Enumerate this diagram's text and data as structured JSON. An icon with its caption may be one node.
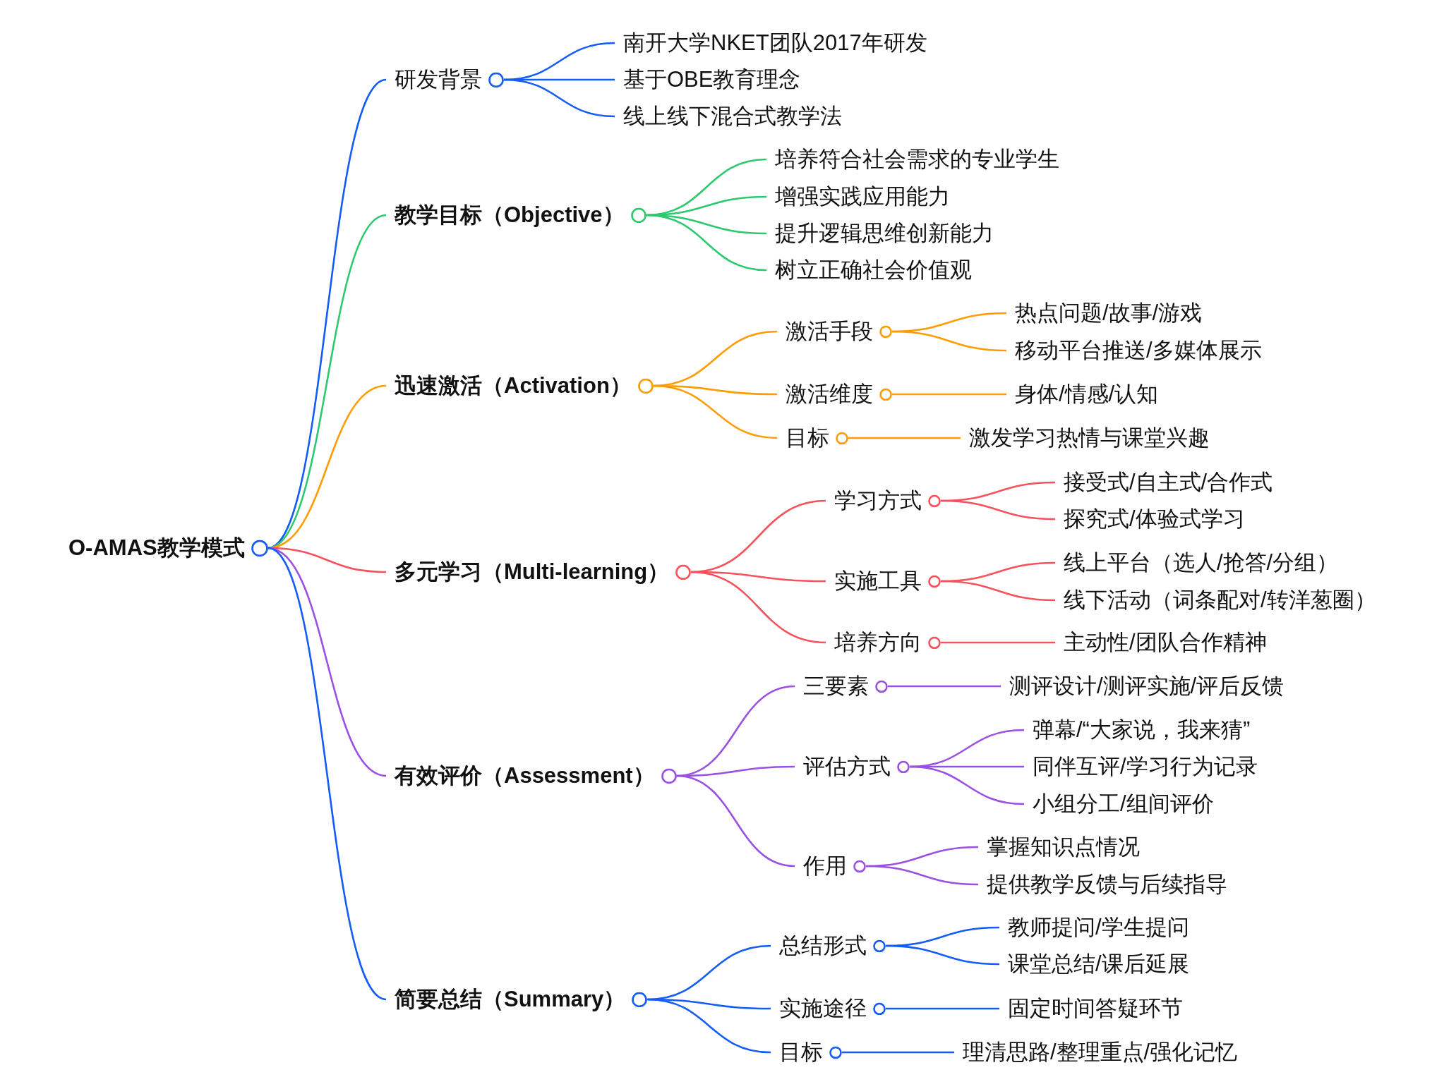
{
  "diagram": {
    "nodes": [
      {
        "text": [
          "O-AMAS教学模式"
        ]
      },
      {
        "text": [
          "研发背景"
        ]
      },
      {
        "text": [
          "南开大学NKET团队2017年研发"
        ]
      },
      {
        "text": [
          "基于OBE教育理念"
        ]
      },
      {
        "text": [
          "线上线下混合式教学法"
        ]
      },
      {
        "text": [
          "教学目标（Objective）"
        ]
      },
      {
        "text": [
          "培养符合社会需求的专业学生"
        ]
      },
      {
        "text": [
          "增强实践应用能力"
        ]
      },
      {
        "text": [
          "提升逻辑思维创新能力"
        ]
      },
      {
        "text": [
          "树立正确社会价值观"
        ]
      },
      {
        "text": [
          "迅速激活（Activation）"
        ]
      },
      {
        "text": [
          "激活手段"
        ]
      },
      {
        "text": [
          "热点问题/故事/游戏"
        ]
      },
      {
        "text": [
          "移动平台推送/多媒体展示"
        ]
      },
      {
        "text": [
          "激活维度"
        ]
      },
      {
        "text": [
          "身体/情感/认知"
        ]
      },
      {
        "text": [
          "目标"
        ]
      },
      {
        "text": [
          "激发学习热情与课堂兴趣"
        ]
      },
      {
        "text": [
          "多元学习（Multi-learning）"
        ]
      },
      {
        "text": [
          "学习方式"
        ]
      },
      {
        "text": [
          "接受式/自主式/合作式"
        ]
      },
      {
        "text": [
          "探究式/体验式学习"
        ]
      },
      {
        "text": [
          "实施工具"
        ]
      },
      {
        "text": [
          "线上平台（选人/抢答/分组）"
        ]
      },
      {
        "text": [
          "线下活动（词条配对/转洋葱圈）"
        ]
      },
      {
        "text": [
          "培养方向"
        ]
      },
      {
        "text": [
          "主动性/团队合作精神"
        ]
      },
      {
        "text": [
          "有效评价（Assessment）"
        ]
      },
      {
        "text": [
          "三要素"
        ]
      },
      {
        "text": [
          "测评设计/测评实施/评后反馈"
        ]
      },
      {
        "text": [
          "评估方式"
        ]
      },
      {
        "text": [
          "弹幕/“大家说，我来猜”"
        ]
      },
      {
        "text": [
          "同伴互评/学习行为记录"
        ]
      },
      {
        "text": [
          "小组分工/组间评价"
        ]
      },
      {
        "text": [
          "作用"
        ]
      },
      {
        "text": [
          "掌握知识点情况"
        ]
      },
      {
        "text": [
          "提供教学反馈与后续指导"
        ]
      },
      {
        "text": [
          "简要总结（Summary）"
        ]
      },
      {
        "text": [
          "总结形式"
        ]
      },
      {
        "text": [
          "教师提问/学生提问"
        ]
      },
      {
        "text": [
          "课堂总结/课后延展"
        ]
      },
      {
        "text": [
          "实施途径"
        ]
      },
      {
        "text": [
          "固定时间答疑环节"
        ]
      },
      {
        "text": [
          "目标"
        ]
      },
      {
        "text": [
          "理清思路/整理重点/强化记忆"
        ]
      }
    ],
    "edges": [
      {
        "from": 0,
        "to": 1,
        "arrow": "none"
      },
      {
        "from": 1,
        "to": 2,
        "arrow": "none"
      },
      {
        "from": 1,
        "to": 3,
        "arrow": "none"
      },
      {
        "from": 1,
        "to": 4,
        "arrow": "none"
      },
      {
        "from": 0,
        "to": 5,
        "arrow": "none",
        "color": "#2dc96f"
      },
      {
        "from": 5,
        "to": 6,
        "arrow": "none",
        "color": "#2dc96f"
      },
      {
        "from": 5,
        "to": 7,
        "arrow": "none",
        "color": "#2dc96f"
      },
      {
        "from": 5,
        "to": 8,
        "arrow": "none",
        "color": "#2dc96f"
      },
      {
        "from": 5,
        "to": 9,
        "arrow": "none",
        "color": "#2dc96f"
      },
      {
        "from": 0,
        "to": 10,
        "arrow": "none",
        "color": "#ff9c00"
      },
      {
        "from": 10,
        "to": 11,
        "arrow": "none",
        "color": "#ff9c00"
      },
      {
        "from": 11,
        "to": 12,
        "arrow": "none",
        "color": "#ff9c00"
      },
      {
        "from": 11,
        "to": 13,
        "arrow": "none",
        "color": "#ff9c00"
      },
      {
        "from": 10,
        "to": 14,
        "arrow": "none",
        "color": "#ff9c00"
      },
      {
        "from": 14,
        "to": 15,
        "arrow": "none",
        "color": "#ff9c00"
      },
      {
        "from": 10,
        "to": 16,
        "arrow": "none",
        "color": "#ff9c00"
      },
      {
        "from": 16,
        "to": 17,
        "arrow": "none",
        "color": "#ff9c00"
      },
      {
        "from": 0,
        "to": 18,
        "arrow": "none",
        "color": "#f5525c"
      },
      {
        "from": 18,
        "to": 19,
        "arrow": "none",
        "color": "#f5525c"
      },
      {
        "from": 19,
        "to": 20,
        "arrow": "none",
        "color": "#f5525c"
      },
      {
        "from": 19,
        "to": 21,
        "arrow": "none",
        "color": "#f5525c"
      },
      {
        "from": 18,
        "to": 22,
        "arrow": "none",
        "color": "#f5525c"
      },
      {
        "from": 22,
        "to": 23,
        "arrow": "none",
        "color": "#f5525c"
      },
      {
        "from": 22,
        "to": 24,
        "arrow": "none",
        "color": "#f5525c"
      },
      {
        "from": 18,
        "to": 25,
        "arrow": "none",
        "color": "#f5525c"
      },
      {
        "from": 25,
        "to": 26,
        "arrow": "none",
        "color": "#f5525c"
      },
      {
        "from": 0,
        "to": 27,
        "arrow": "none",
        "color": "#9a50e2"
      },
      {
        "from": 27,
        "to": 28,
        "arrow": "none",
        "color": "#9a50e2"
      },
      {
        "from": 28,
        "to": 29,
        "arrow": "none",
        "color": "#9a50e2"
      },
      {
        "from": 27,
        "to": 30,
        "arrow": "none",
        "color": "#9a50e2"
      },
      {
        "from": 30,
        "to": 31,
        "arrow": "none",
        "color": "#9a50e2"
      },
      {
        "from": 30,
        "to": 32,
        "arrow": "none",
        "color": "#9a50e2"
      },
      {
        "from": 30,
        "to": 33,
        "arrow": "none",
        "color": "#9a50e2"
      },
      {
        "from": 27,
        "to": 34,
        "arrow": "none",
        "color": "#9a50e2"
      },
      {
        "from": 34,
        "to": 35,
        "arrow": "none",
        "color": "#9a50e2"
      },
      {
        "from": 34,
        "to": 36,
        "arrow": "none",
        "color": "#9a50e2"
      },
      {
        "from": 0,
        "to": 37,
        "arrow": "none"
      },
      {
        "from": 37,
        "to": 38,
        "arrow": "none"
      },
      {
        "from": 38,
        "to": 39,
        "arrow": "none"
      },
      {
        "from": 38,
        "to": 40,
        "arrow": "none"
      },
      {
        "from": 37,
        "to": 41,
        "arrow": "none"
      },
      {
        "from": 41,
        "to": 42,
        "arrow": "none"
      },
      {
        "from": 37,
        "to": 43,
        "arrow": "none"
      },
      {
        "from": 43,
        "to": 44,
        "arrow": "none"
      }
    ]
  }
}
